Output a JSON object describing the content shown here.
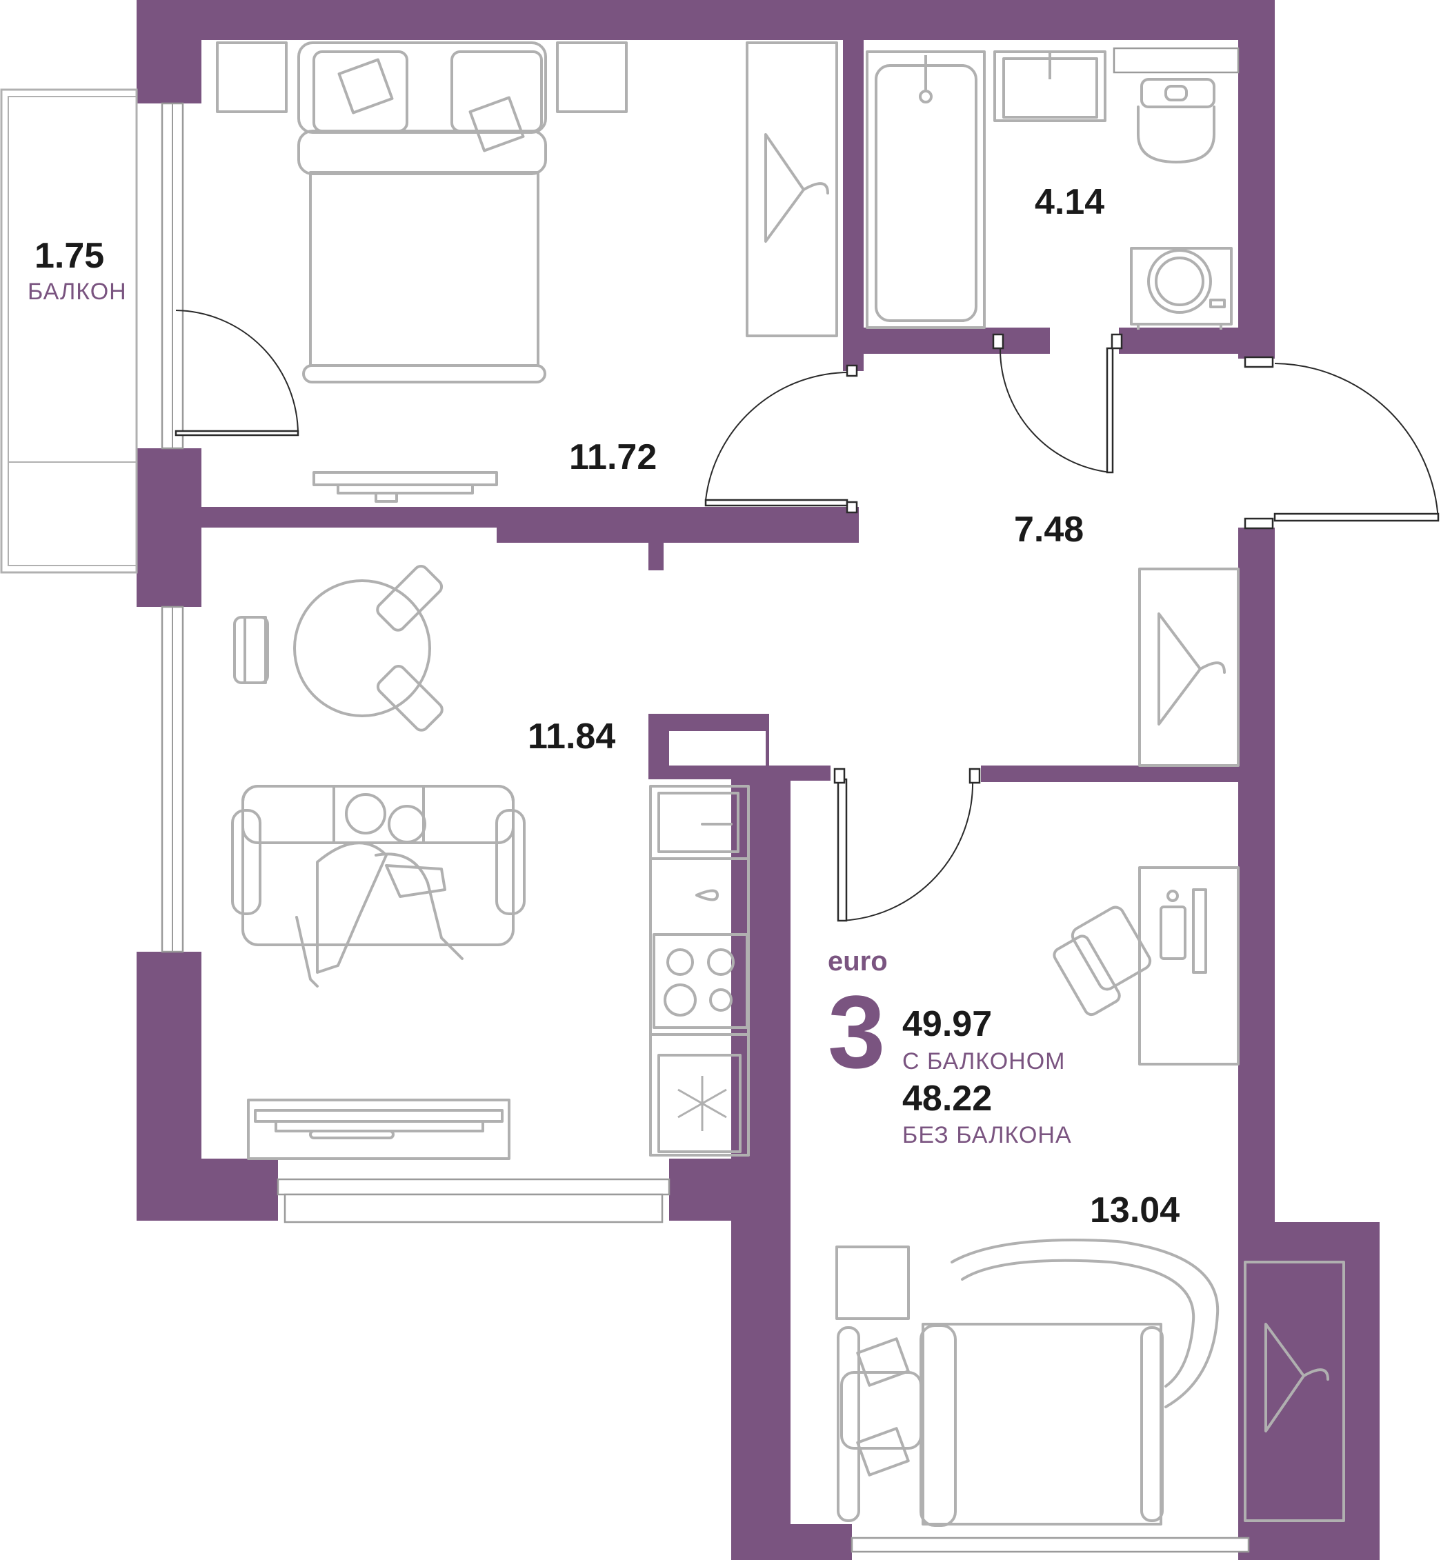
{
  "colors": {
    "wall": "#7a5480",
    "accent": "#7a5480",
    "furniture": "#b0b0b0",
    "text": "#1a1a1a"
  },
  "rooms": {
    "balcony": {
      "area": "1.75",
      "label": "БАЛКОН"
    },
    "bedroom": {
      "area": "11.72"
    },
    "bathroom": {
      "area": "4.14"
    },
    "hallway": {
      "area": "7.48"
    },
    "kitchen_living": {
      "area": "11.84"
    },
    "second_bedroom": {
      "area": "13.04"
    }
  },
  "summary": {
    "type_label": "euro",
    "rooms_count": "3",
    "total_with_balcony": "49.97",
    "with_balcony_label": "С БАЛКОНОМ",
    "total_without_balcony": "48.22",
    "without_balcony_label": "БЕЗ БАЛКОНА"
  },
  "icons": [
    "bed-icon",
    "wardrobe-icon",
    "bathtub-icon",
    "sink-icon",
    "toilet-icon",
    "washing-machine-icon",
    "dining-table-icon",
    "sofa-icon",
    "people-icon",
    "kitchen-counter-icon",
    "stove-icon",
    "fridge-icon",
    "tv-unit-icon",
    "desk-icon",
    "office-chair-icon",
    "armchair-icon",
    "snowflake-icon"
  ]
}
